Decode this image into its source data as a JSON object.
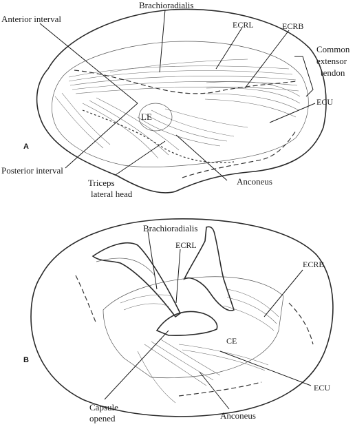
{
  "panel_a": {
    "letter": "A",
    "labels": {
      "brachioradialis": "Brachioradialis",
      "anterior_interval": "Anterior interval",
      "ecrl": "ECRL",
      "ecrb": "ECRB",
      "common_extensor_tendon_line1": "Common",
      "common_extensor_tendon_line2": "extensor",
      "common_extensor_tendon_line3": "tendon",
      "ecu": "ECU",
      "le": "LE",
      "posterior_interval": "Posterior interval",
      "triceps_line1": "Triceps",
      "triceps_line2": "lateral head",
      "anconeus": "Anconeus"
    }
  },
  "panel_b": {
    "letter": "B",
    "labels": {
      "brachioradialis": "Brachioradialis",
      "ecrl": "ECRL",
      "ecrb": "ECRB",
      "ce": "CE",
      "ecu": "ECU",
      "capsule_line1": "Capsule",
      "capsule_line2": "opened",
      "anconeus": "Anconeus"
    }
  }
}
